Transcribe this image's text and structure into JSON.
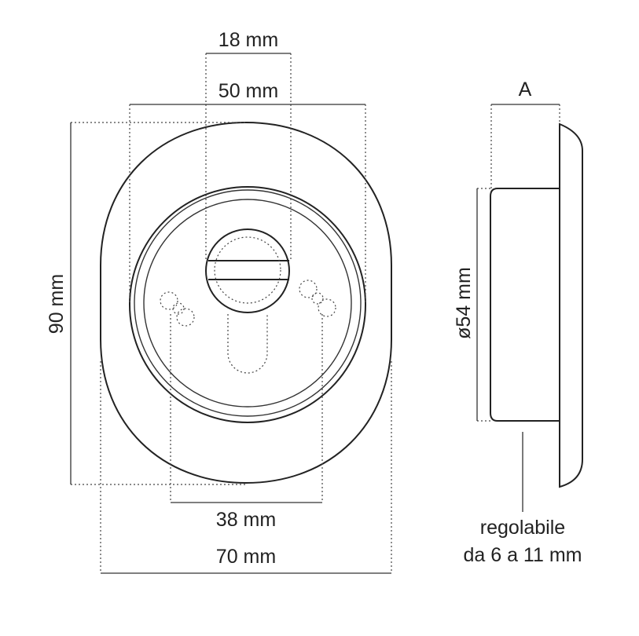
{
  "front_view": {
    "dim_top_small": "18 mm",
    "dim_top_large": "50 mm",
    "dim_height": "90 mm",
    "dim_bottom_small": "38 mm",
    "dim_bottom_large": "70 mm"
  },
  "side_view": {
    "dim_depth": "A",
    "dim_diameter": "ø54 mm",
    "note_line1": "regolabile",
    "note_line2": "da 6 a 11 mm"
  }
}
